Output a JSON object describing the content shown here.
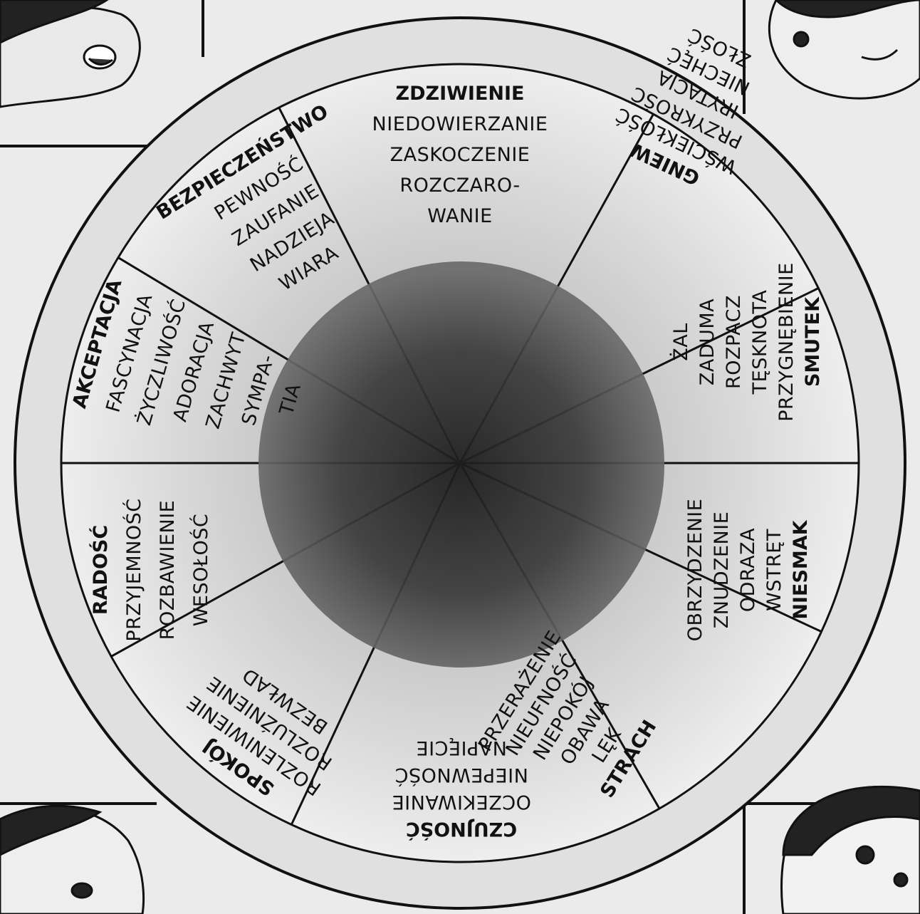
{
  "wheel": {
    "sectors": [
      {
        "key": "zdziwienie",
        "title": "ZDZIWIENIE",
        "items": [
          "NIEDOWIERZANIE",
          "ZASKOCZENIE",
          "ROZCZARO-",
          "WANIE"
        ]
      },
      {
        "key": "gniew",
        "title": "GNIEW",
        "items": [
          "WŚCIEKŁOŚĆ",
          "PRZYKROŚĆ",
          "IRYTACJA",
          "NIECHĘĆ",
          "ZŁOŚĆ"
        ]
      },
      {
        "key": "smutek",
        "title": "SMUTEK",
        "items": [
          "PRZYGNĘBIENIE",
          "TĘSKNOTA",
          "ROZPACZ",
          "ZADUMA",
          "ŻAL"
        ]
      },
      {
        "key": "niesmak",
        "title": "NIESMAK",
        "items": [
          "WSTRĘT",
          "ODRAZA",
          "ZNUDZENIE",
          "OBRZYDZENIE"
        ]
      },
      {
        "key": "strach",
        "title": "STRACH",
        "items": [
          "LĘK",
          "OBAWA",
          "NIEPOKÓJ",
          "NIEUFNOŚĆ",
          "PRZERAŻENIE"
        ]
      },
      {
        "key": "czujnosc",
        "title": "CZUJNOŚĆ",
        "items": [
          "OCZEKIWANIE",
          "NIEPEWNOŚĆ",
          "NAPIĘCIE"
        ]
      },
      {
        "key": "spokoj",
        "title": "SPOKÓJ",
        "items": [
          "ROZLENIWIENIE",
          "ROZLUŹNIENIE",
          "BEZWŁAD"
        ]
      },
      {
        "key": "radosc",
        "title": "RADOŚĆ",
        "items": [
          "PRZYJEMNOŚĆ",
          "ROZBAWIENIE",
          "WESOŁOŚĆ"
        ]
      },
      {
        "key": "akceptacja",
        "title": "AKCEPTACJA",
        "items": [
          "FASCYNACJA",
          "ŻYCZLIWOŚĆ",
          "ADORACJA",
          "ZACHWYT",
          "SYMPA-",
          "TIA"
        ]
      },
      {
        "key": "bezpieczenstwo",
        "title": "BEZPIECZEŃSTWO",
        "items": [
          "PEWNOŚĆ",
          "ZAUFANIE",
          "NADZIEJA",
          "WIARA"
        ]
      }
    ]
  },
  "colors": {
    "background": "#ebebeb",
    "ink": "#111111",
    "ring": "#e2e2e2",
    "sector_fill": "#f1f1f1",
    "center_dark": "#2a2a2a"
  },
  "decorations": [
    "face-top-left",
    "face-top-right",
    "face-bottom-left",
    "face-bottom-right"
  ]
}
